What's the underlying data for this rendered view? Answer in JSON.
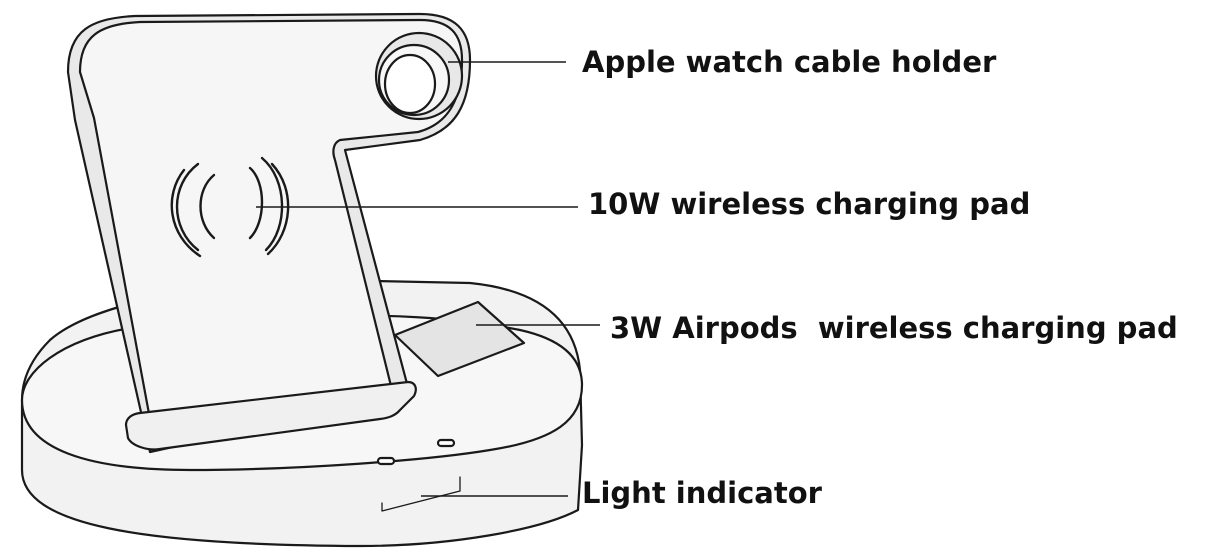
{
  "labels": {
    "watch_holder": "Apple watch cable holder",
    "wireless_pad": "10W wireless charging pad",
    "airpods_pad": "3W Airpods  wireless charging pad",
    "light_indicator": "Light indicator"
  },
  "colors": {
    "line": "#1a1a1a",
    "body_fill": "#f2f2f2",
    "text": "#111111"
  }
}
